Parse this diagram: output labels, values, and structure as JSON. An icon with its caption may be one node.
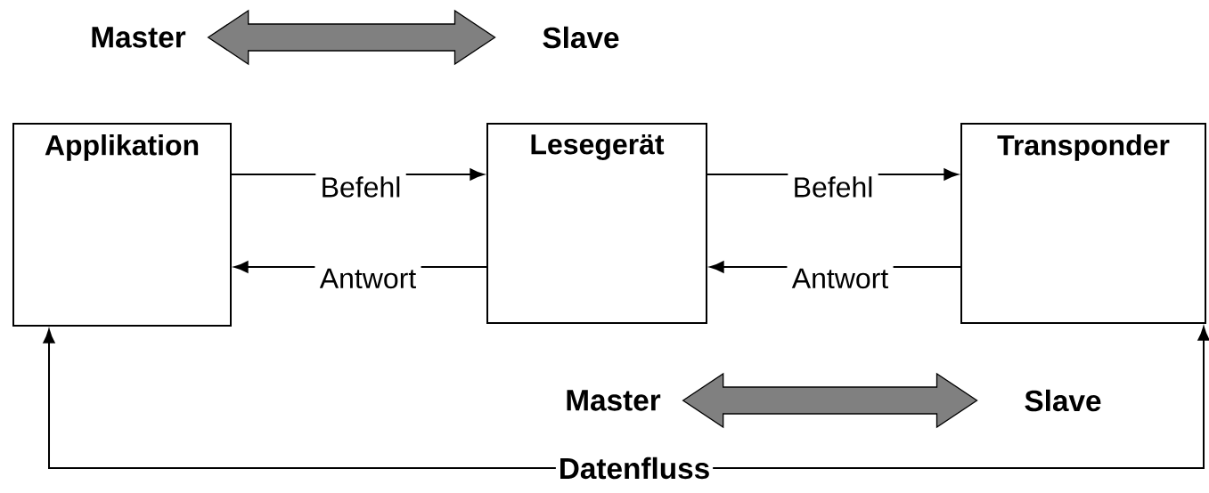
{
  "diagram": {
    "nodes": [
      {
        "text": [
          "Master"
        ]
      },
      {
        "text": [
          "Slave"
        ]
      },
      {
        "text": [
          "Applikation"
        ]
      },
      {
        "text": [
          "Lesegerät"
        ]
      },
      {
        "text": [
          "Transponder"
        ]
      },
      {
        "text": [
          "Master"
        ]
      },
      {
        "text": [
          "Slave"
        ]
      },
      {
        "text": [
          "Datenfluss"
        ]
      }
    ],
    "edges": [
      {
        "from": 0,
        "to": 1,
        "arrow": "both",
        "style": "thick",
        "color": "#808080"
      },
      {
        "from": 2,
        "to": 3,
        "arrow": "to",
        "label": "Befehl"
      },
      {
        "from": 3,
        "to": 2,
        "arrow": "to",
        "label": "Antwort"
      },
      {
        "from": 3,
        "to": 4,
        "arrow": "to",
        "label": "Befehl"
      },
      {
        "from": 4,
        "to": 3,
        "arrow": "to",
        "label": "Antwort"
      },
      {
        "from": 5,
        "to": 6,
        "arrow": "both",
        "style": "thick",
        "color": "#808080"
      },
      {
        "from": 7,
        "to": 2,
        "arrow": "to"
      },
      {
        "from": 7,
        "to": 4,
        "arrow": "to"
      }
    ]
  }
}
